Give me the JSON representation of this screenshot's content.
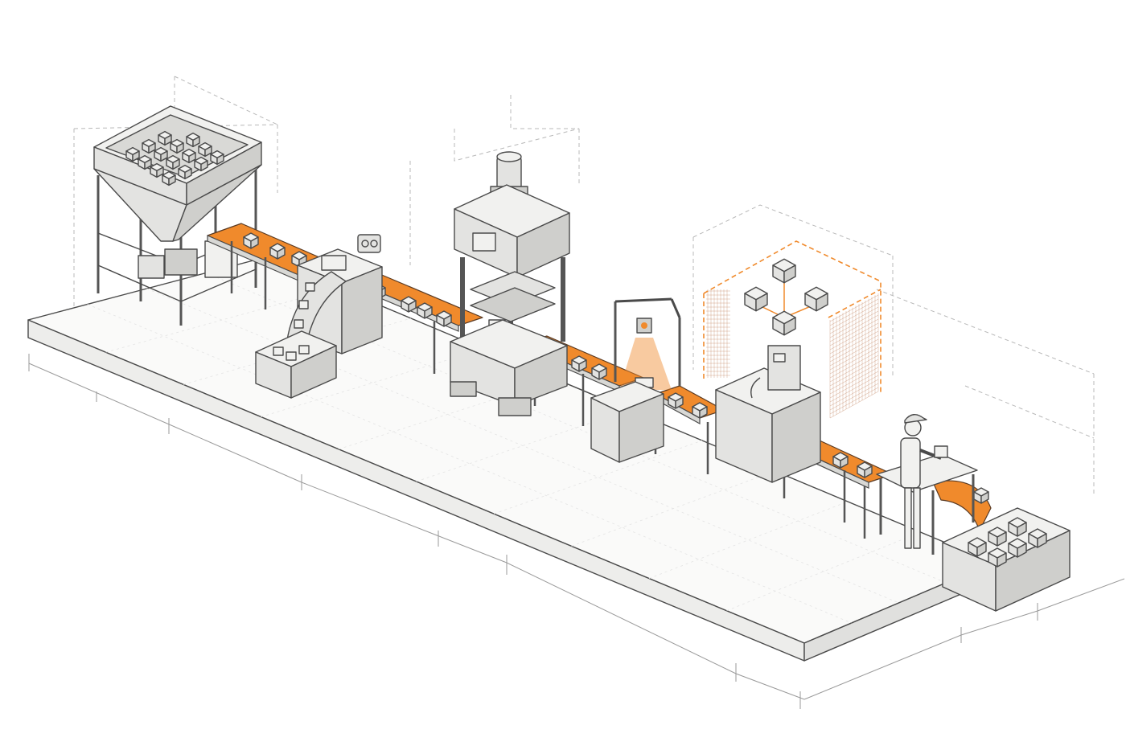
{
  "theme": {
    "accent": "#f08a2c",
    "ink": "#4a4a4a",
    "paper": "#ffffff"
  },
  "diagram": {
    "style": "isometric technical sketch",
    "stations": [
      {
        "id": "hopper",
        "icon": "hopper-icon"
      },
      {
        "id": "feeder",
        "icon": "bowl-feeder-icon"
      },
      {
        "id": "reject-bin-1",
        "icon": "bin-icon"
      },
      {
        "id": "hydraulic-press",
        "icon": "press-icon"
      },
      {
        "id": "vision-inspection",
        "icon": "camera-icon"
      },
      {
        "id": "robot-cell",
        "icon": "robot-cell-icon"
      },
      {
        "id": "operator",
        "icon": "worker-icon"
      },
      {
        "id": "output-bin",
        "icon": "bin-icon"
      }
    ]
  }
}
